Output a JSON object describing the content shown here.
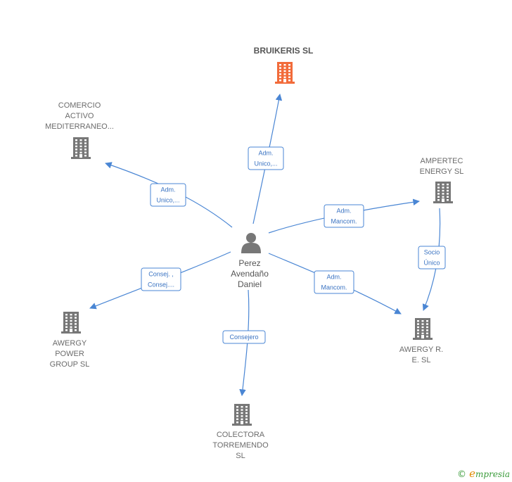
{
  "colors": {
    "edge": "#4a86d4",
    "company": "#777777",
    "company_focus": "#f26b3a",
    "person": "#777777"
  },
  "person": {
    "name_lines": [
      "Perez",
      "Avendaño",
      "Daniel"
    ],
    "icon": "person-icon"
  },
  "companies": [
    {
      "id": "bruikeris",
      "lines": [
        "BRUIKERIS  SL"
      ],
      "focus": true,
      "icon": "building-icon"
    },
    {
      "id": "comercio",
      "lines": [
        "COMERCIO",
        "ACTIVO",
        "MEDITERRANEO..."
      ],
      "focus": false,
      "icon": "building-icon"
    },
    {
      "id": "ampertec",
      "lines": [
        "AMPERTEC",
        "ENERGY  SL"
      ],
      "focus": false,
      "icon": "building-icon"
    },
    {
      "id": "awergy-power",
      "lines": [
        "AWERGY",
        "POWER",
        "GROUP  SL"
      ],
      "focus": false,
      "icon": "building-icon"
    },
    {
      "id": "awergy-re",
      "lines": [
        "AWERGY R.",
        "E.  SL"
      ],
      "focus": false,
      "icon": "building-icon"
    },
    {
      "id": "colectora",
      "lines": [
        "COLECTORA",
        "TORREMENDO",
        "SL"
      ],
      "focus": false,
      "icon": "building-icon"
    }
  ],
  "edges": [
    {
      "from": "person",
      "to": "bruikeris",
      "label": [
        "Adm.",
        "Unico,..."
      ]
    },
    {
      "from": "person",
      "to": "comercio",
      "label": [
        "Adm.",
        "Unico,..."
      ]
    },
    {
      "from": "person",
      "to": "ampertec",
      "label": [
        "Adm.",
        "Mancom."
      ]
    },
    {
      "from": "person",
      "to": "awergy-re",
      "label": [
        "Adm.",
        "Mancom."
      ]
    },
    {
      "from": "person",
      "to": "awergy-power",
      "label": [
        "Consej. ,",
        "Consej...."
      ]
    },
    {
      "from": "person",
      "to": "colectora",
      "label": [
        "Consejero"
      ]
    },
    {
      "from": "ampertec",
      "to": "awergy-re",
      "label": [
        "Socio",
        "Único"
      ]
    }
  ],
  "brand": {
    "copyright": "©",
    "initial": "e",
    "rest": "mpresia"
  }
}
